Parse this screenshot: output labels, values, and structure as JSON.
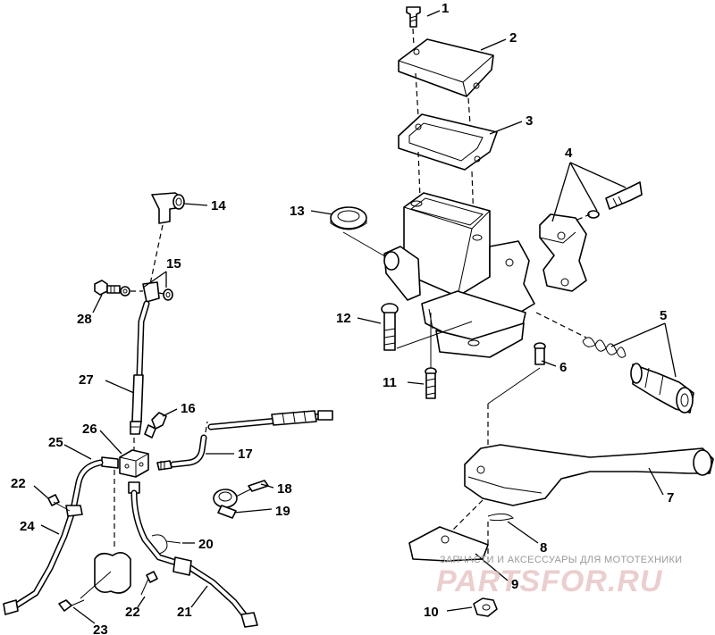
{
  "diagram": {
    "callouts": [
      "1",
      "2",
      "3",
      "4",
      "5",
      "6",
      "7",
      "8",
      "9",
      "10",
      "11",
      "12",
      "13",
      "14",
      "15",
      "16",
      "17",
      "18",
      "19",
      "20",
      "21",
      "22",
      "22",
      "23",
      "24",
      "25",
      "26",
      "27",
      "28"
    ]
  },
  "watermark": {
    "caption": "ЗАПЧАСТИ И АКСЕССУАРЫ ДЛЯ МОТОТЕХНИКИ",
    "brand": "PARTSFOR.RU"
  }
}
